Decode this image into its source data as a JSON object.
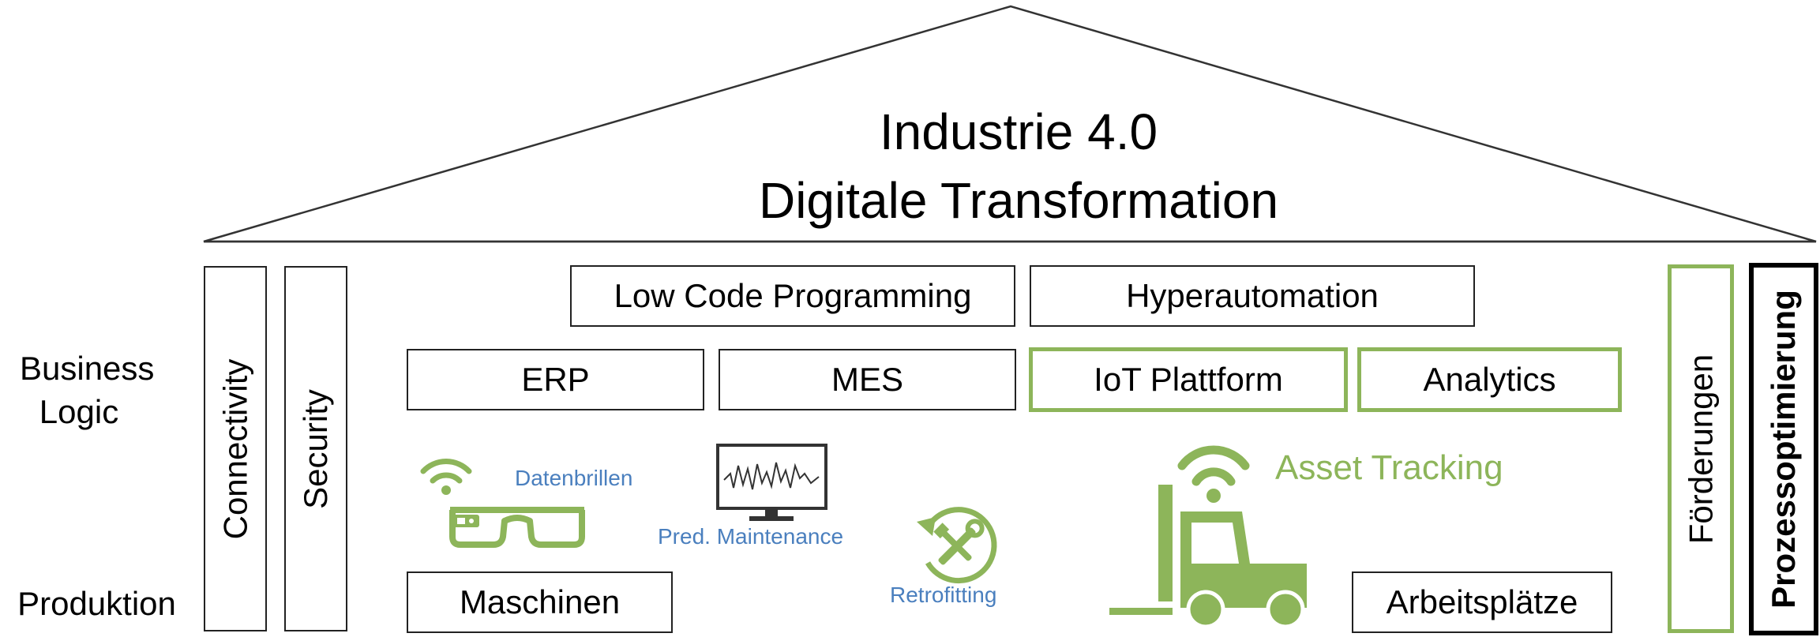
{
  "title": {
    "line1": "Industrie 4.0",
    "line2": "Digitale Transformation"
  },
  "row_labels": {
    "business_logic": "Business\nLogic",
    "produktion": "Produktion"
  },
  "pillars": {
    "connectivity": "Connectivity",
    "security": "Security",
    "foerderungen": "Förderungen",
    "prozessoptimierung": "Prozessoptimierung"
  },
  "top_row": {
    "low_code": "Low Code Programming",
    "hyperautomation": "Hyperautomation"
  },
  "middle_row": {
    "erp": "ERP",
    "mes": "MES",
    "iot": "IoT Plattform",
    "analytics": "Analytics"
  },
  "bottom_row": {
    "maschinen": "Maschinen",
    "arbeitsplaetze": "Arbeitsplätze"
  },
  "icon_labels": {
    "datenbrillen": "Datenbrillen",
    "pred_maintenance": "Pred. Maintenance",
    "retrofitting": "Retrofitting",
    "asset_tracking": "Asset Tracking"
  },
  "icons": [
    "wifi-icon",
    "smart-glasses-icon",
    "monitor-chart-icon",
    "tools-cycle-icon",
    "forklift-icon"
  ],
  "colors": {
    "accent_green": "#8db55a",
    "label_blue": "#4a7fbe",
    "border": "#222222"
  }
}
